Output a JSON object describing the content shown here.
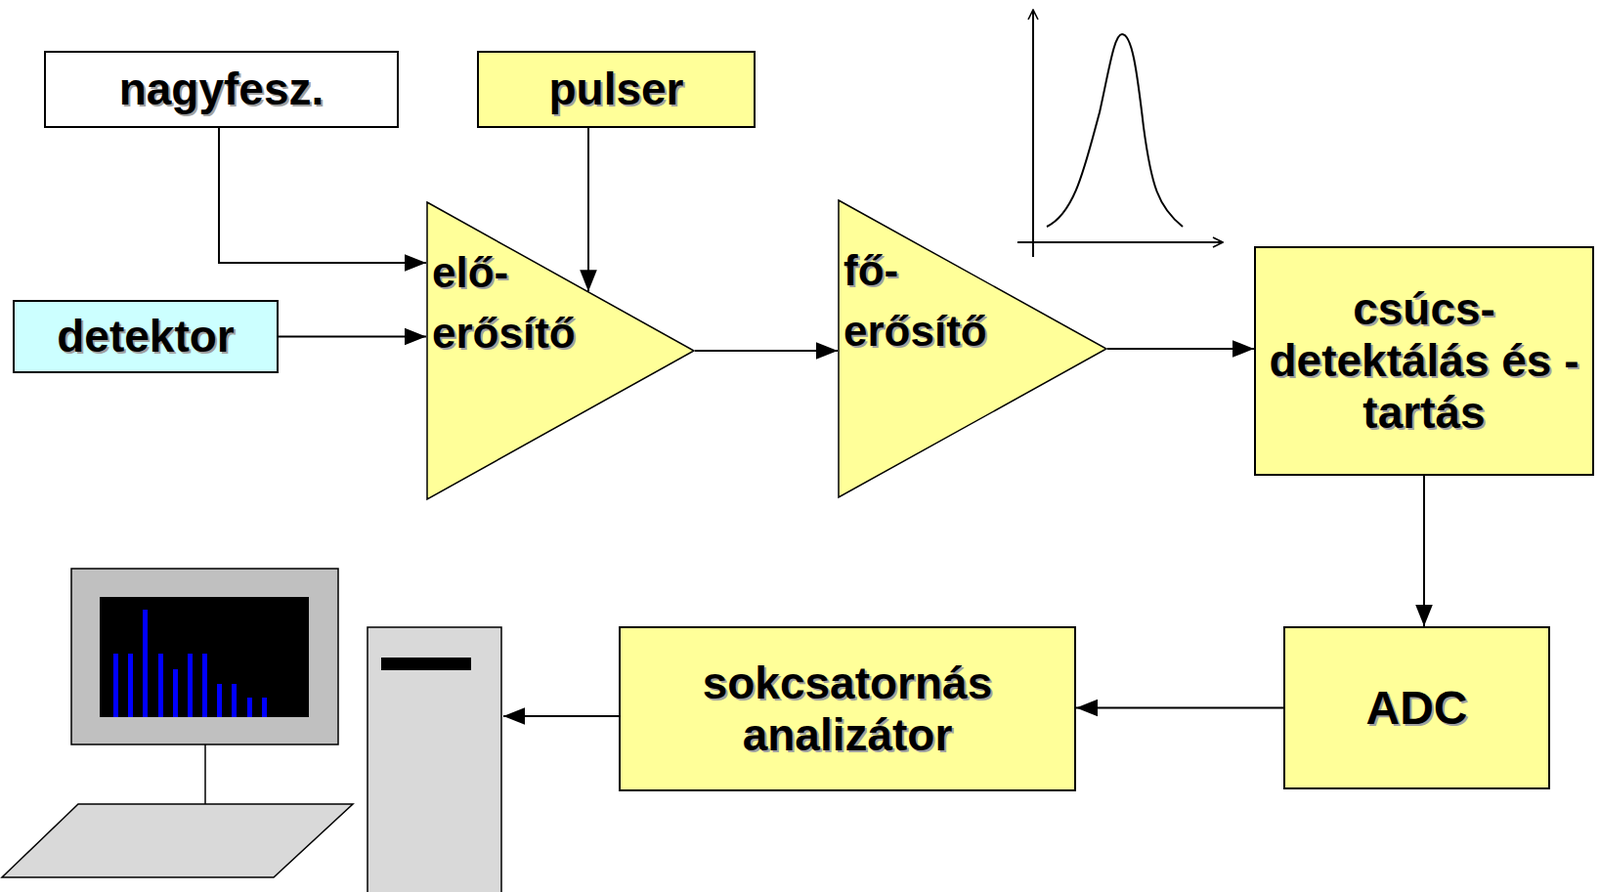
{
  "diagram": {
    "nodes": [
      {
        "text": [
          "nagyfesz."
        ]
      },
      {
        "text": [
          "pulser"
        ]
      },
      {
        "text": [
          "detektor"
        ]
      },
      {
        "text": [
          "elő- erősítő"
        ]
      },
      {
        "text": [
          "fő- erősítő"
        ]
      },
      {
        "text": [
          "csúcs- detektálás és -tartás"
        ]
      },
      {
        "text": [
          "ADC"
        ]
      },
      {
        "text": [
          "sokcsatornás analizátor"
        ]
      }
    ],
    "edges": [
      {
        "from": 0,
        "to": 3,
        "arrow": "to"
      },
      {
        "from": 1,
        "to": 3,
        "arrow": "to"
      },
      {
        "from": 2,
        "to": 3,
        "arrow": "to"
      },
      {
        "from": 3,
        "to": 4,
        "arrow": "to"
      },
      {
        "from": 4,
        "to": 5,
        "arrow": "to"
      },
      {
        "from": 5,
        "to": 6,
        "arrow": "to"
      },
      {
        "from": 6,
        "to": 7,
        "arrow": "to"
      }
    ]
  }
}
